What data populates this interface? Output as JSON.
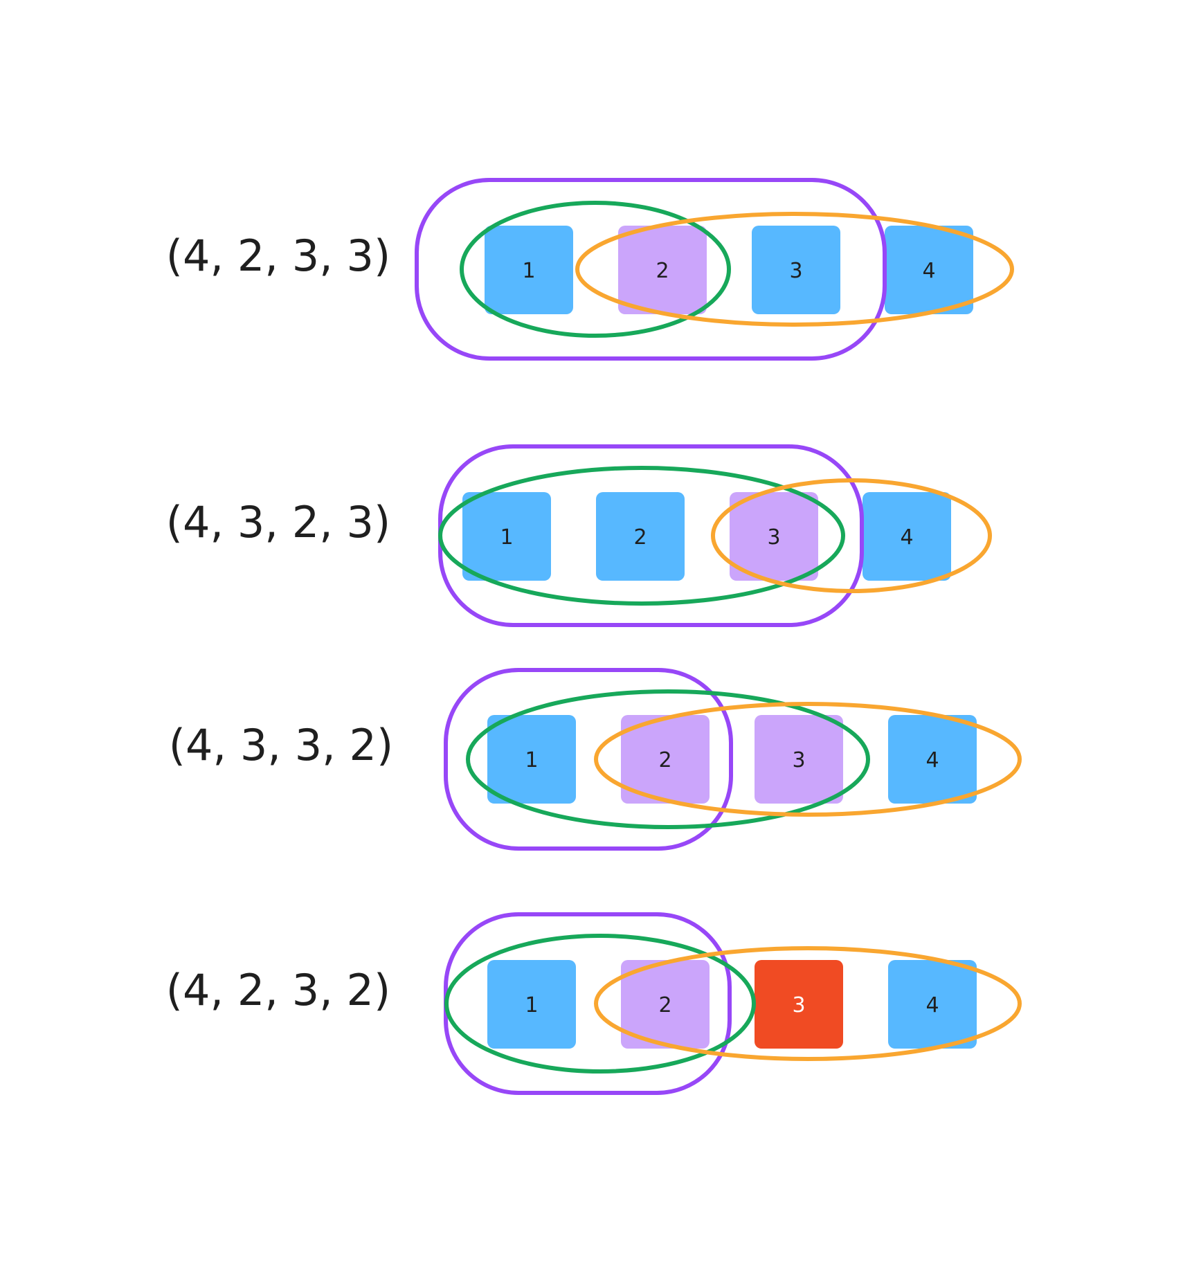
{
  "colors": {
    "blue": "#57b8ff",
    "lavender": "#cba5fb",
    "red": "#f04b23",
    "purple_outline": "#9747f7",
    "green_outline": "#17a85a",
    "orange_outline": "#f9a630",
    "text_dark": "#1f1f1f",
    "text_light": "#ffffff"
  },
  "rows": [
    {
      "tuple": "(4, 2, 3, 3)",
      "cells": [
        {
          "label": "1",
          "color": "blue"
        },
        {
          "label": "2",
          "color": "lavender"
        },
        {
          "label": "3",
          "color": "blue"
        },
        {
          "label": "4",
          "color": "blue"
        }
      ]
    },
    {
      "tuple": "(4, 3, 2, 3)",
      "cells": [
        {
          "label": "1",
          "color": "blue"
        },
        {
          "label": "2",
          "color": "blue"
        },
        {
          "label": "3",
          "color": "lavender"
        },
        {
          "label": "4",
          "color": "blue"
        }
      ]
    },
    {
      "tuple": "(4, 3, 3, 2)",
      "cells": [
        {
          "label": "1",
          "color": "blue"
        },
        {
          "label": "2",
          "color": "lavender"
        },
        {
          "label": "3",
          "color": "lavender"
        },
        {
          "label": "4",
          "color": "blue"
        }
      ]
    },
    {
      "tuple": "(4, 2, 3, 2)",
      "cells": [
        {
          "label": "1",
          "color": "blue"
        },
        {
          "label": "2",
          "color": "lavender"
        },
        {
          "label": "3",
          "color": "red"
        },
        {
          "label": "4",
          "color": "blue"
        }
      ]
    }
  ]
}
